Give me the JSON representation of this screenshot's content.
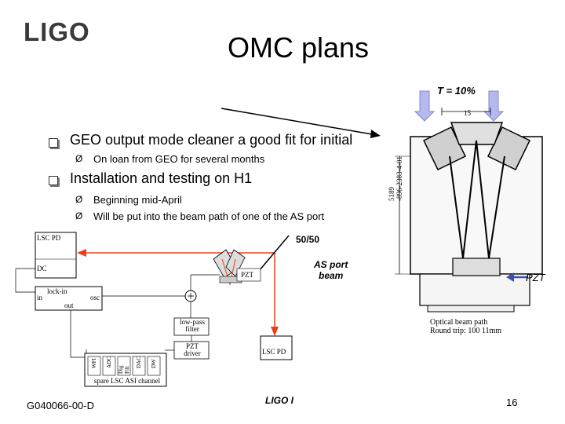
{
  "header": {
    "logo": "LIGO",
    "title": "OMC plans"
  },
  "bullets": [
    {
      "text": "GEO output mode cleaner a good fit for initial",
      "sub": [
        "On loan from GEO for several months"
      ]
    },
    {
      "text": "Installation and testing on H1",
      "sub": [
        "Beginning mid-April",
        "Will be put into the beam path of one of the AS port"
      ]
    }
  ],
  "optics": {
    "transmission": "T = 10%",
    "dimension": "15",
    "drawing_code": "5189\n-896-2383-4-01",
    "pzt": "PZT",
    "caption_line1": "Optical beam path",
    "caption_line2": "Round trip: 100 11mm"
  },
  "schematic": {
    "lsc_pd_top": "LSC PD",
    "dc": "DC",
    "lock_in": "lock-in",
    "lock_in_in": "in",
    "lock_in_osc": "osc",
    "lock_in_out": "out",
    "pzt": "PZT",
    "low_pass": "low-pass\nfilter",
    "pzt_driver": "PZT\ndriver",
    "channels": [
      "WFI",
      "ADC",
      "Dig Filt",
      "DAC",
      "DW"
    ],
    "channel_box": "spare LSC ASI channel",
    "splitter": "50/50",
    "as_port": "AS port\nbeam",
    "lsc_pd_bottom": "LSC PD"
  },
  "footer": {
    "doc_id": "G040066-00-D",
    "center": "LIGO I",
    "page": "16"
  },
  "colors": {
    "beam": "#e8401c",
    "pzt_arrow": "#3b4fb0",
    "transmission_arrows": "#b5b9ee"
  }
}
